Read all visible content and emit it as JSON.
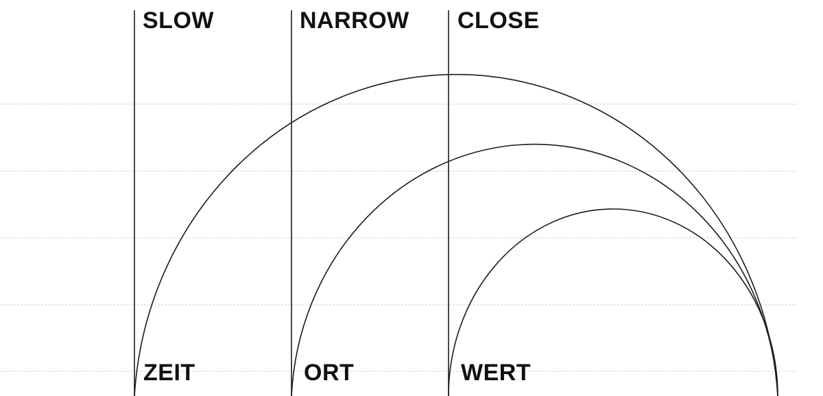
{
  "diagram": {
    "top_labels": [
      "SLOW",
      "NARROW",
      "CLOSE"
    ],
    "bottom_labels": [
      "ZEIT",
      "ORT",
      "WERT"
    ],
    "line_color": "#1a1a1a",
    "guide_color": "#cfcfcf"
  }
}
